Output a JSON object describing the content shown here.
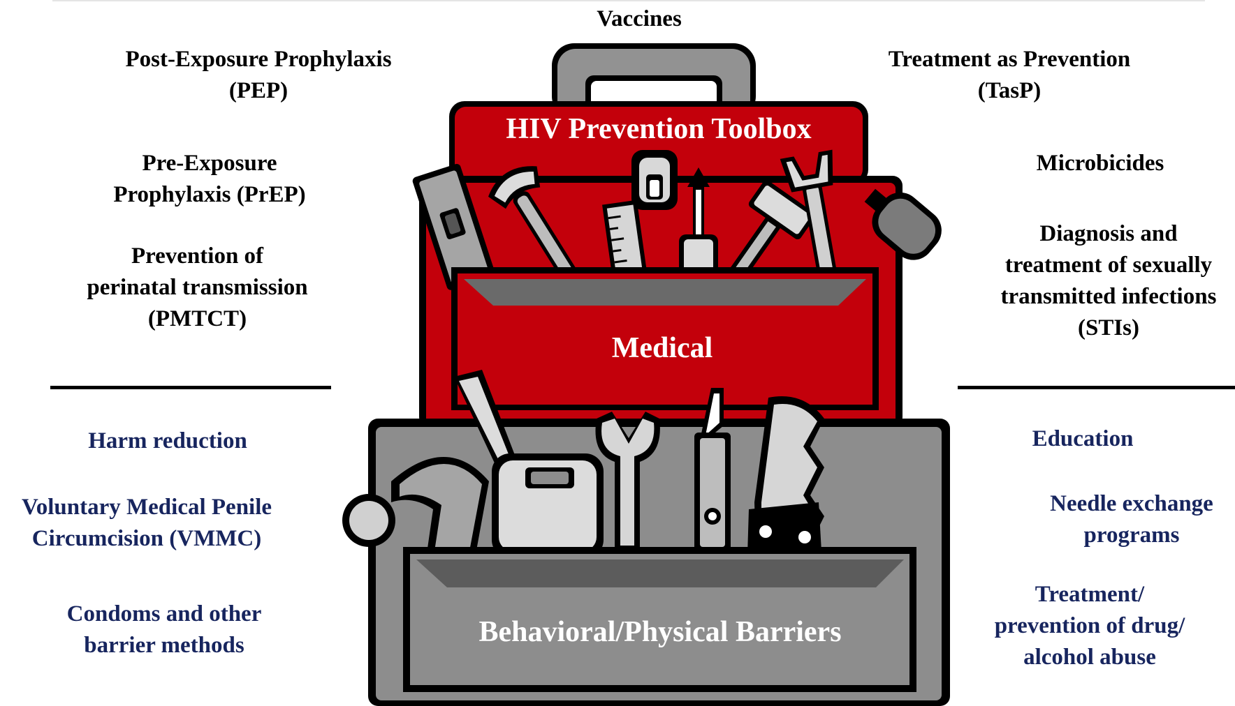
{
  "title": "HIV Prevention Toolbox",
  "colors": {
    "medical_red": "#c3000b",
    "barrier_gray": "#8d8d8d",
    "label_black": "#000000",
    "label_blue": "#17255e"
  },
  "toolbox": {
    "top_label": "Vaccines",
    "medical_label": "Medical",
    "behavioral_label": "Behavioral/Physical Barriers",
    "medical_tools": [
      "level-icon",
      "pipe-wrench-icon",
      "ruler-icon",
      "screwdriver-icon",
      "mallet-icon",
      "adjustable-wrench-icon",
      "hammer-icon"
    ],
    "behavioral_tools": [
      "claw-hammer-icon",
      "tape-measure-icon",
      "wrench-icon",
      "utility-knife-icon",
      "handsaw-icon"
    ]
  },
  "medical_left": [
    {
      "lines": [
        "Post-Exposure Prophylaxis",
        "(PEP)"
      ]
    },
    {
      "lines": [
        "Pre-Exposure",
        "Prophylaxis (PrEP)"
      ]
    },
    {
      "lines": [
        "Prevention of",
        "perinatal transmission",
        "(PMTCT)"
      ]
    }
  ],
  "medical_right": [
    {
      "lines": [
        "Treatment as Prevention",
        "(TasP)"
      ]
    },
    {
      "lines": [
        "Microbicides"
      ]
    },
    {
      "lines": [
        "Diagnosis and",
        "treatment of sexually",
        "transmitted infections",
        "(STIs)"
      ]
    }
  ],
  "behavioral_left": [
    {
      "lines": [
        "Harm reduction"
      ]
    },
    {
      "lines": [
        "Voluntary Medical Penile",
        "Circumcision (VMMC)"
      ]
    },
    {
      "lines": [
        "Condoms and other",
        "barrier methods"
      ]
    }
  ],
  "behavioral_right": [
    {
      "lines": [
        "Education"
      ]
    },
    {
      "lines": [
        "Needle exchange",
        "programs"
      ]
    },
    {
      "lines": [
        "Treatment/",
        "prevention of drug/",
        "alcohol abuse"
      ]
    }
  ]
}
